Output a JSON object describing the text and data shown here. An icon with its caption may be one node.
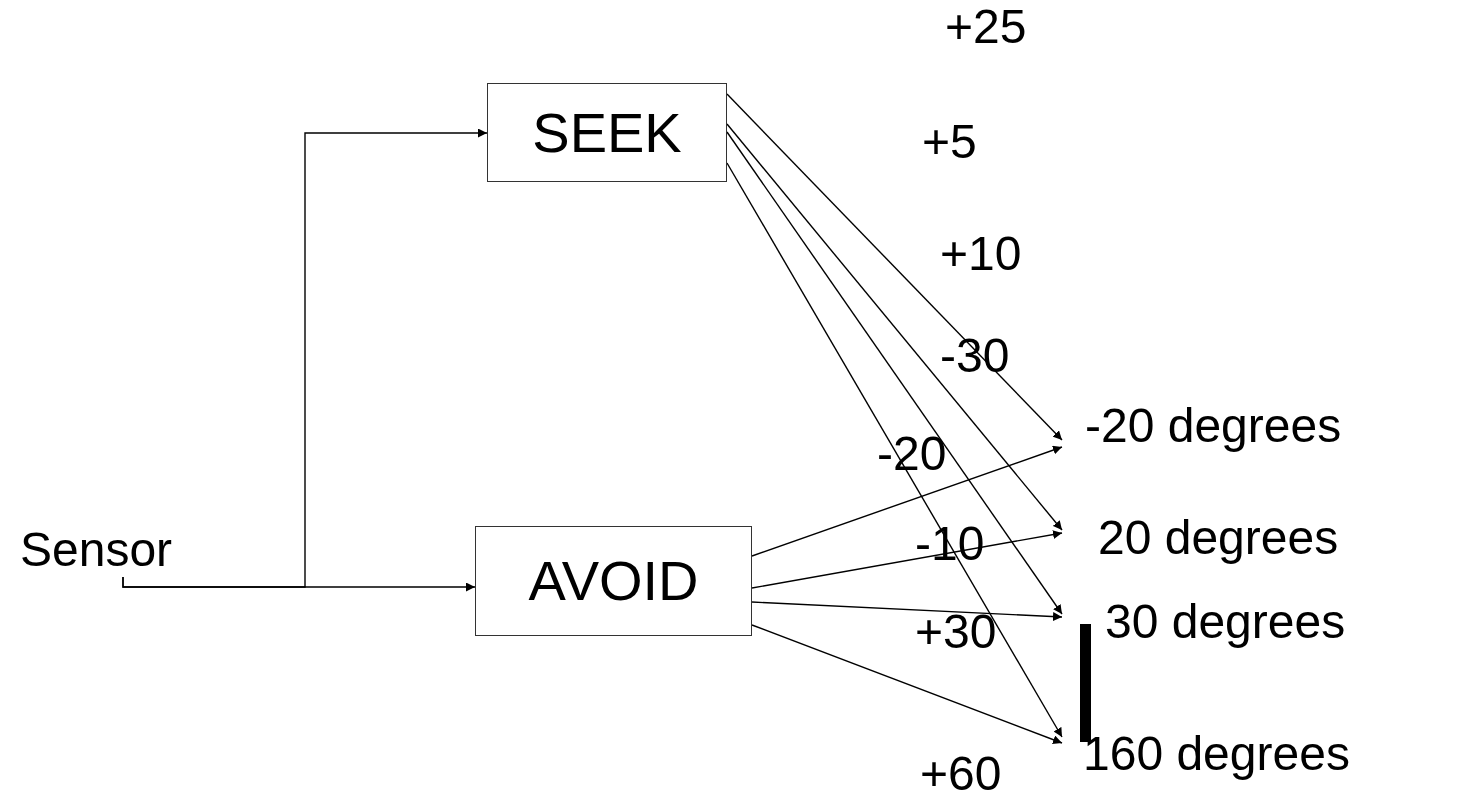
{
  "diagram": {
    "nodes": [
      {
        "text": [
          "Sensor"
        ]
      },
      {
        "text": [
          "SEEK"
        ]
      },
      {
        "text": [
          "AVOID"
        ]
      },
      {
        "text": [
          "-20 degrees"
        ]
      },
      {
        "text": [
          "20 degrees"
        ]
      },
      {
        "text": [
          "30 degrees"
        ]
      },
      {
        "text": [
          "160 degrees"
        ]
      }
    ],
    "edges": [
      {
        "from": 0,
        "to": 1,
        "arrow": "to"
      },
      {
        "from": 0,
        "to": 2,
        "arrow": "to"
      },
      {
        "from": 1,
        "to": 3,
        "arrow": "to"
      },
      {
        "from": 1,
        "to": 4,
        "arrow": "to"
      },
      {
        "from": 1,
        "to": 5,
        "arrow": "to"
      },
      {
        "from": 1,
        "to": 6,
        "arrow": "to"
      },
      {
        "from": 2,
        "to": 3,
        "arrow": "to"
      },
      {
        "from": 2,
        "to": 4,
        "arrow": "to"
      },
      {
        "from": 2,
        "to": 5,
        "arrow": "to"
      },
      {
        "from": 2,
        "to": 6,
        "arrow": "to"
      }
    ],
    "labels": [
      "+25",
      "+5",
      "+10",
      "-30",
      "-20",
      "-10",
      "+30",
      "+60"
    ]
  }
}
